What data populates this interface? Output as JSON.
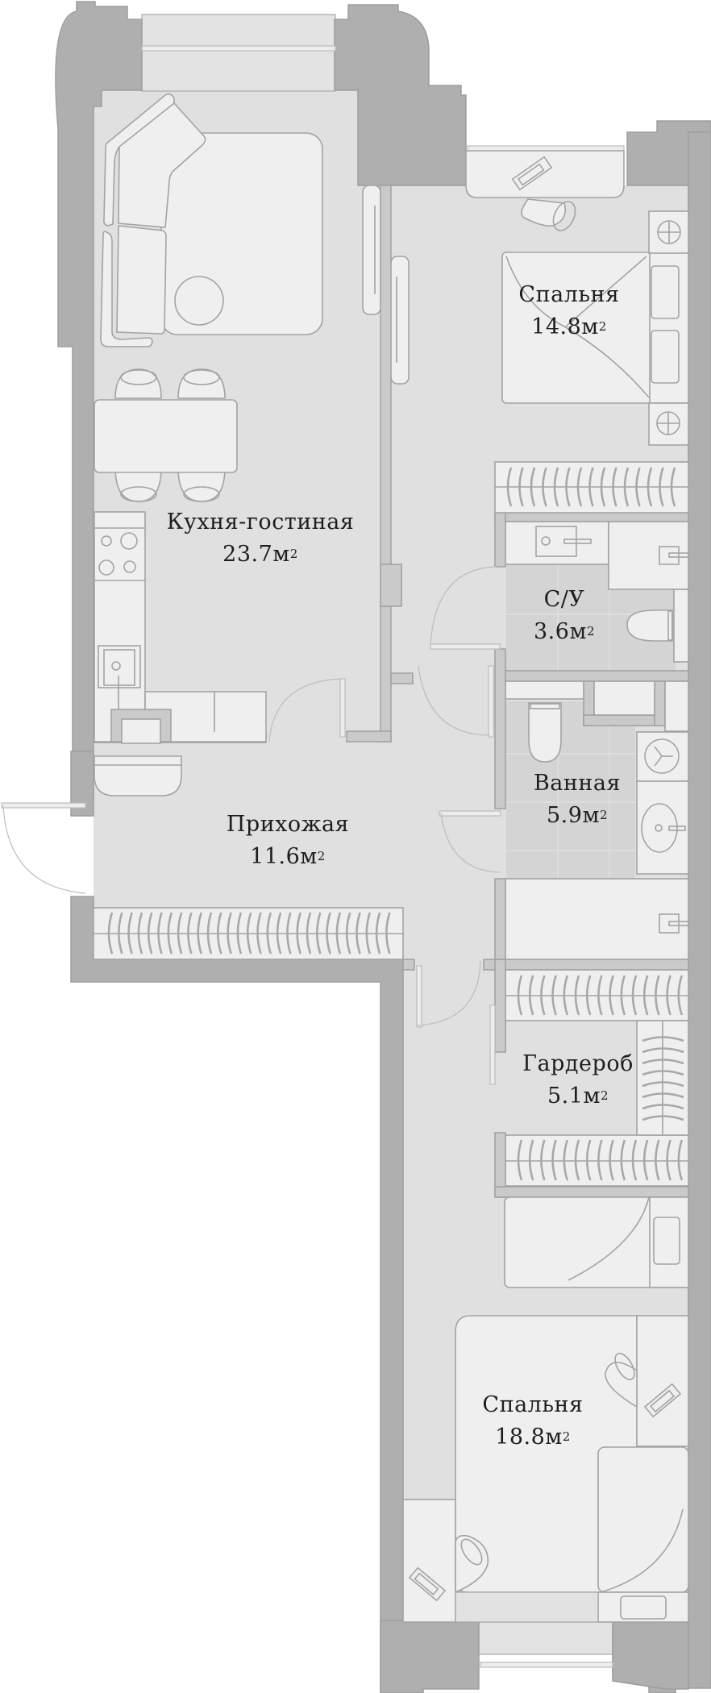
{
  "plan": {
    "unit": "м",
    "unit_superscript": "2",
    "colors": {
      "walls": "#afafaf",
      "inner_walls": "#cacaca",
      "floor": "#e0e0e0",
      "tile_floor": "#d4d4d4",
      "furniture": "#efefef",
      "furniture_stroke": "#a3a3a3",
      "label_text": "#1e1e1e"
    },
    "rooms": [
      {
        "id": "kitchen-living",
        "name": "Кухня-гостиная",
        "area": "23.7",
        "unit": "м",
        "sup": "2"
      },
      {
        "id": "bedroom-1",
        "name": "Спальня",
        "area": "14.8",
        "unit": "м",
        "sup": "2"
      },
      {
        "id": "wc",
        "name": "С/У",
        "area": "3.6",
        "unit": "м",
        "sup": "2"
      },
      {
        "id": "bathroom",
        "name": "Ванная",
        "area": "5.9",
        "unit": "м",
        "sup": "2"
      },
      {
        "id": "hallway",
        "name": "Прихожая",
        "area": "11.6",
        "unit": "м",
        "sup": "2"
      },
      {
        "id": "wardrobe",
        "name": "Гардероб",
        "area": "5.1",
        "unit": "м",
        "sup": "2"
      },
      {
        "id": "bedroom-2",
        "name": "Спальня",
        "area": "18.8",
        "unit": "м",
        "sup": "2"
      }
    ],
    "icons": {
      "sofa": "sofa-icon",
      "rug": "rug-icon",
      "dining_table": "dining-table-icon",
      "chair": "chair-icon",
      "stove": "stove-icon",
      "sink": "sink-icon",
      "bed": "bed-icon",
      "pillow": "pillow-icon",
      "nightstand_lamp": "lamp-icon",
      "desk": "desk-icon",
      "keyboard": "keyboard-icon",
      "toilet": "toilet-icon",
      "washing_machine": "washing-machine-icon",
      "wardrobe_hangers": "hangers-icon",
      "door": "door-icon",
      "window": "window-icon"
    }
  }
}
